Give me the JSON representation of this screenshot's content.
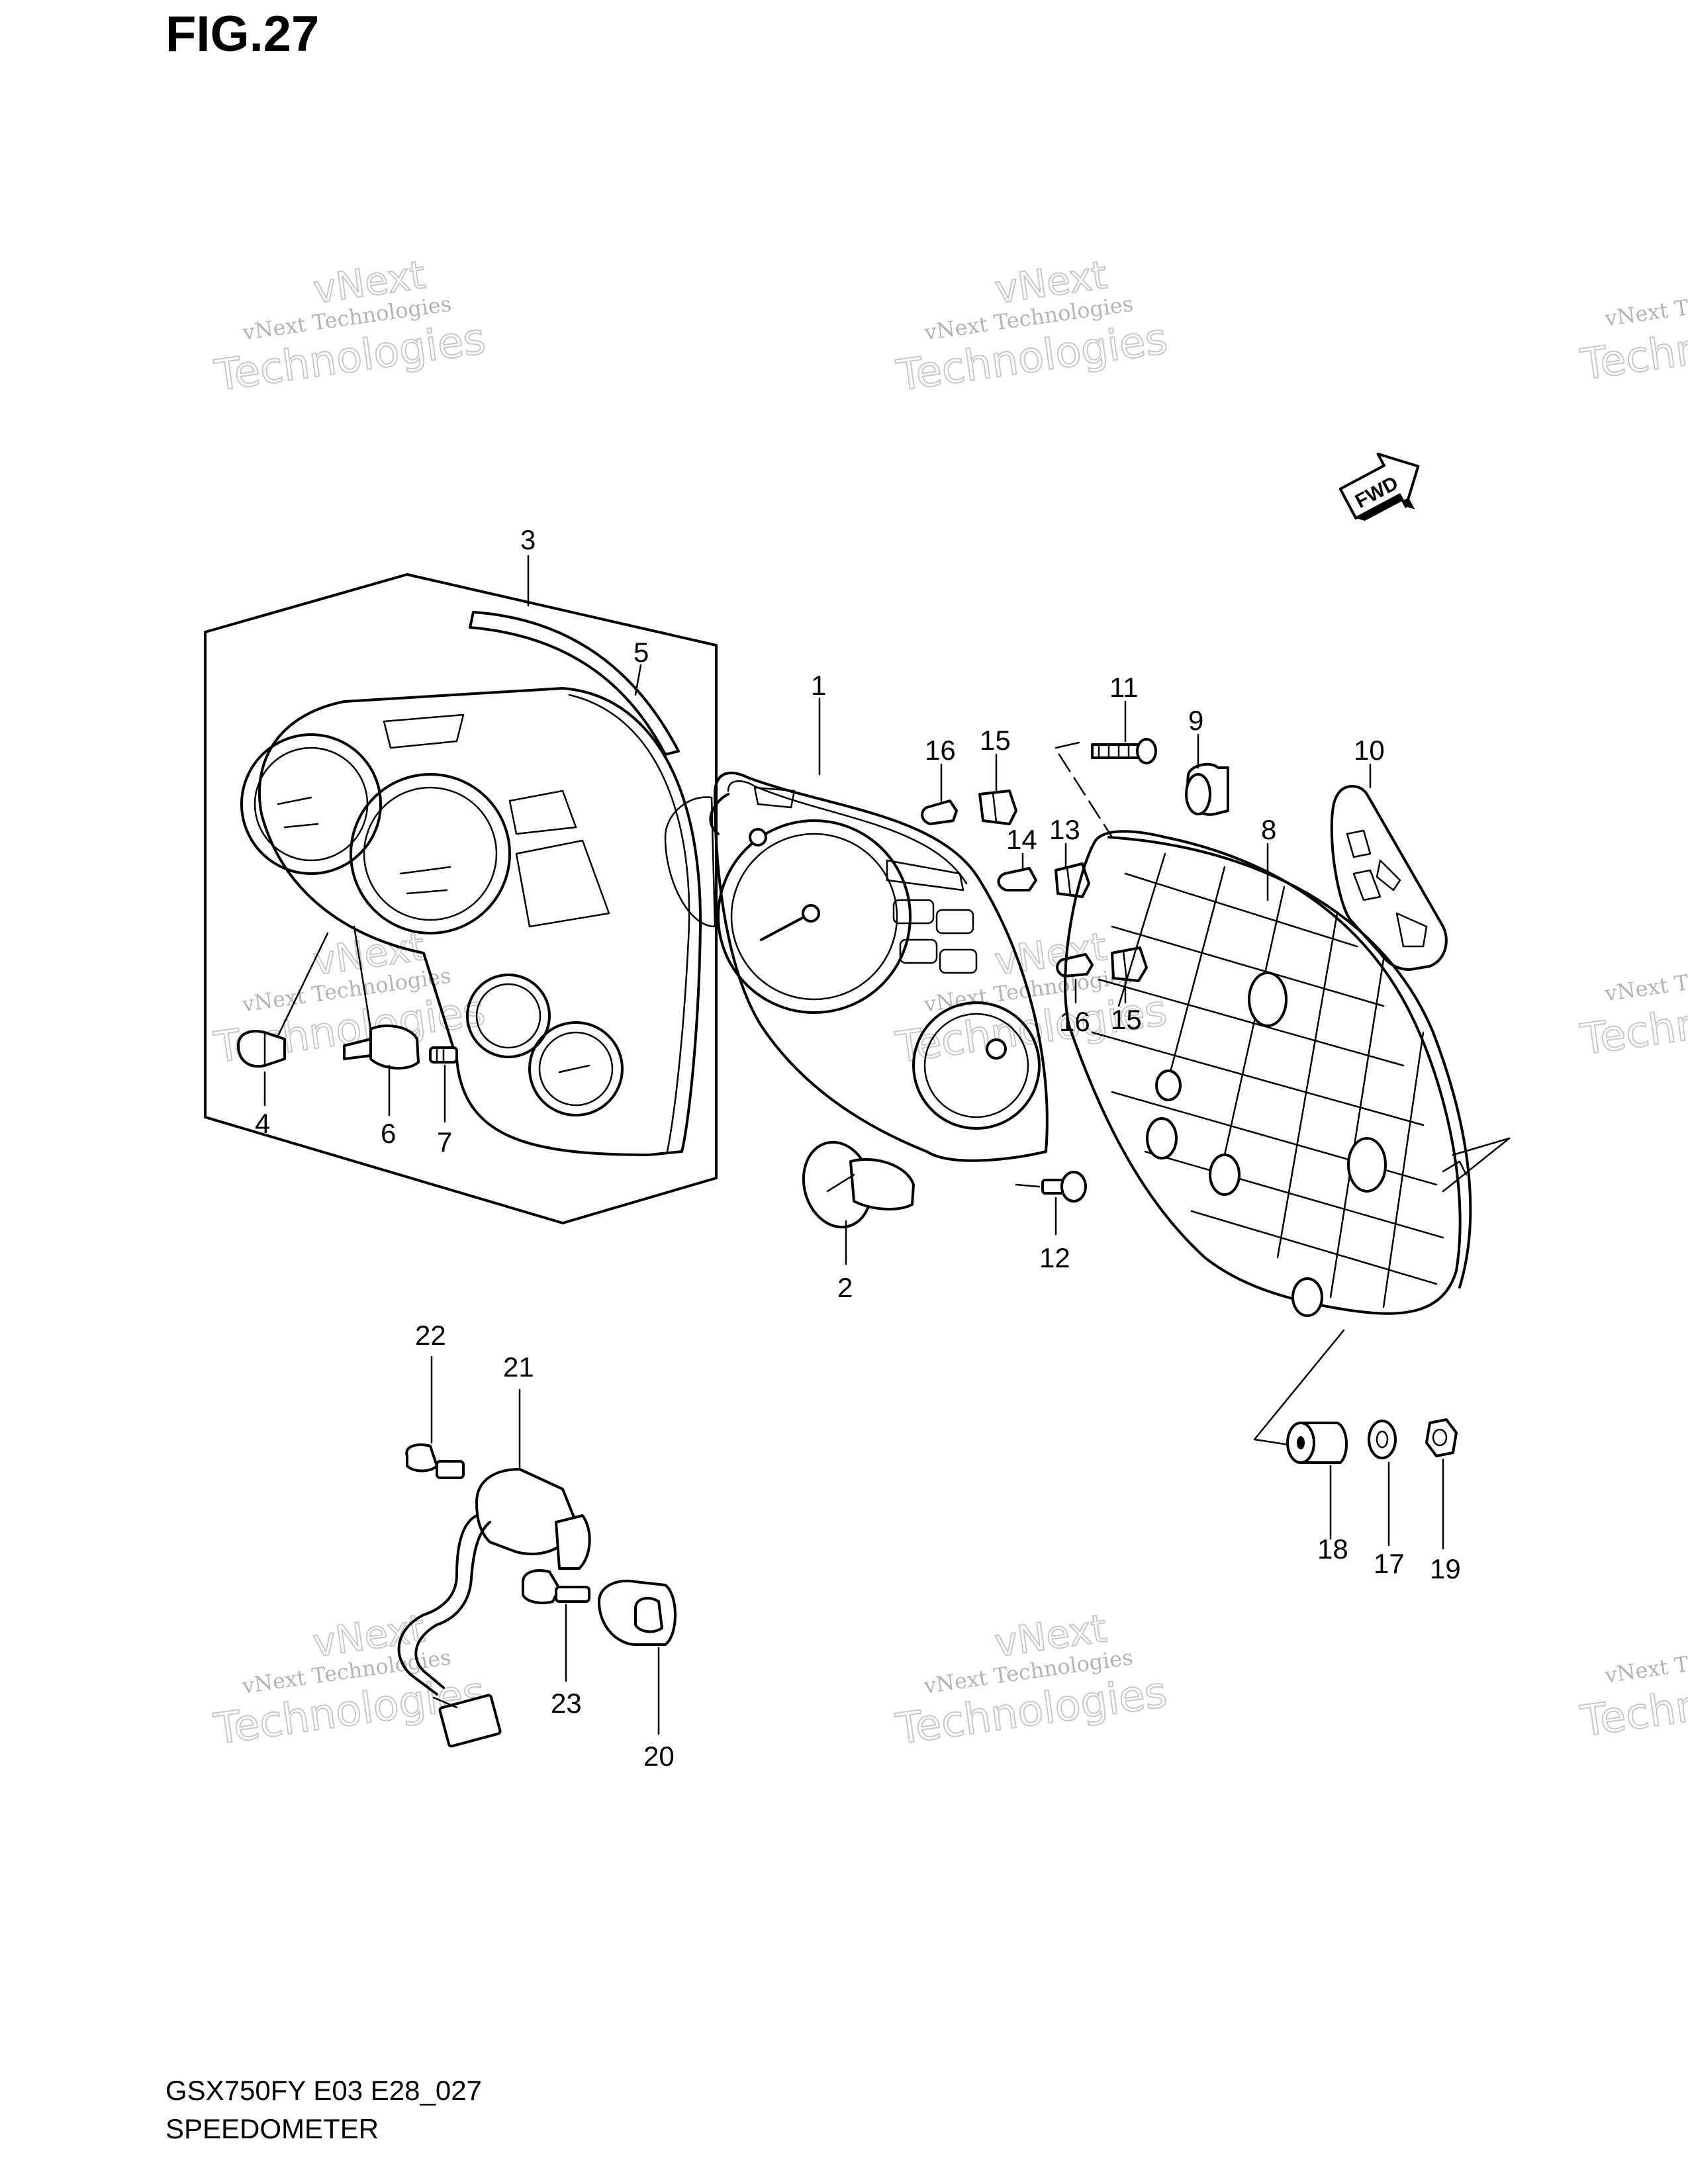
{
  "figure": {
    "title": "FIG.27",
    "code": "GSX750FY E03 E28_027",
    "name": "SPEEDOMETER",
    "fwd_label": "FWD"
  },
  "watermark": {
    "line1": "vNext Technologies",
    "line2": "vNext",
    "line3": "Technologies"
  },
  "callouts": {
    "c1": "1",
    "c2": "2",
    "c3": "3",
    "c4": "4",
    "c5": "5",
    "c6": "6",
    "c7": "7",
    "c8": "8",
    "c9": "9",
    "c10": "10",
    "c11": "11",
    "c12": "12",
    "c13": "13",
    "c14": "14",
    "c15a": "15",
    "c15b": "15",
    "c16a": "16",
    "c16b": "16",
    "c17": "17",
    "c18": "18",
    "c19": "19",
    "c20": "20",
    "c21": "21",
    "c22": "22",
    "c23": "23"
  }
}
